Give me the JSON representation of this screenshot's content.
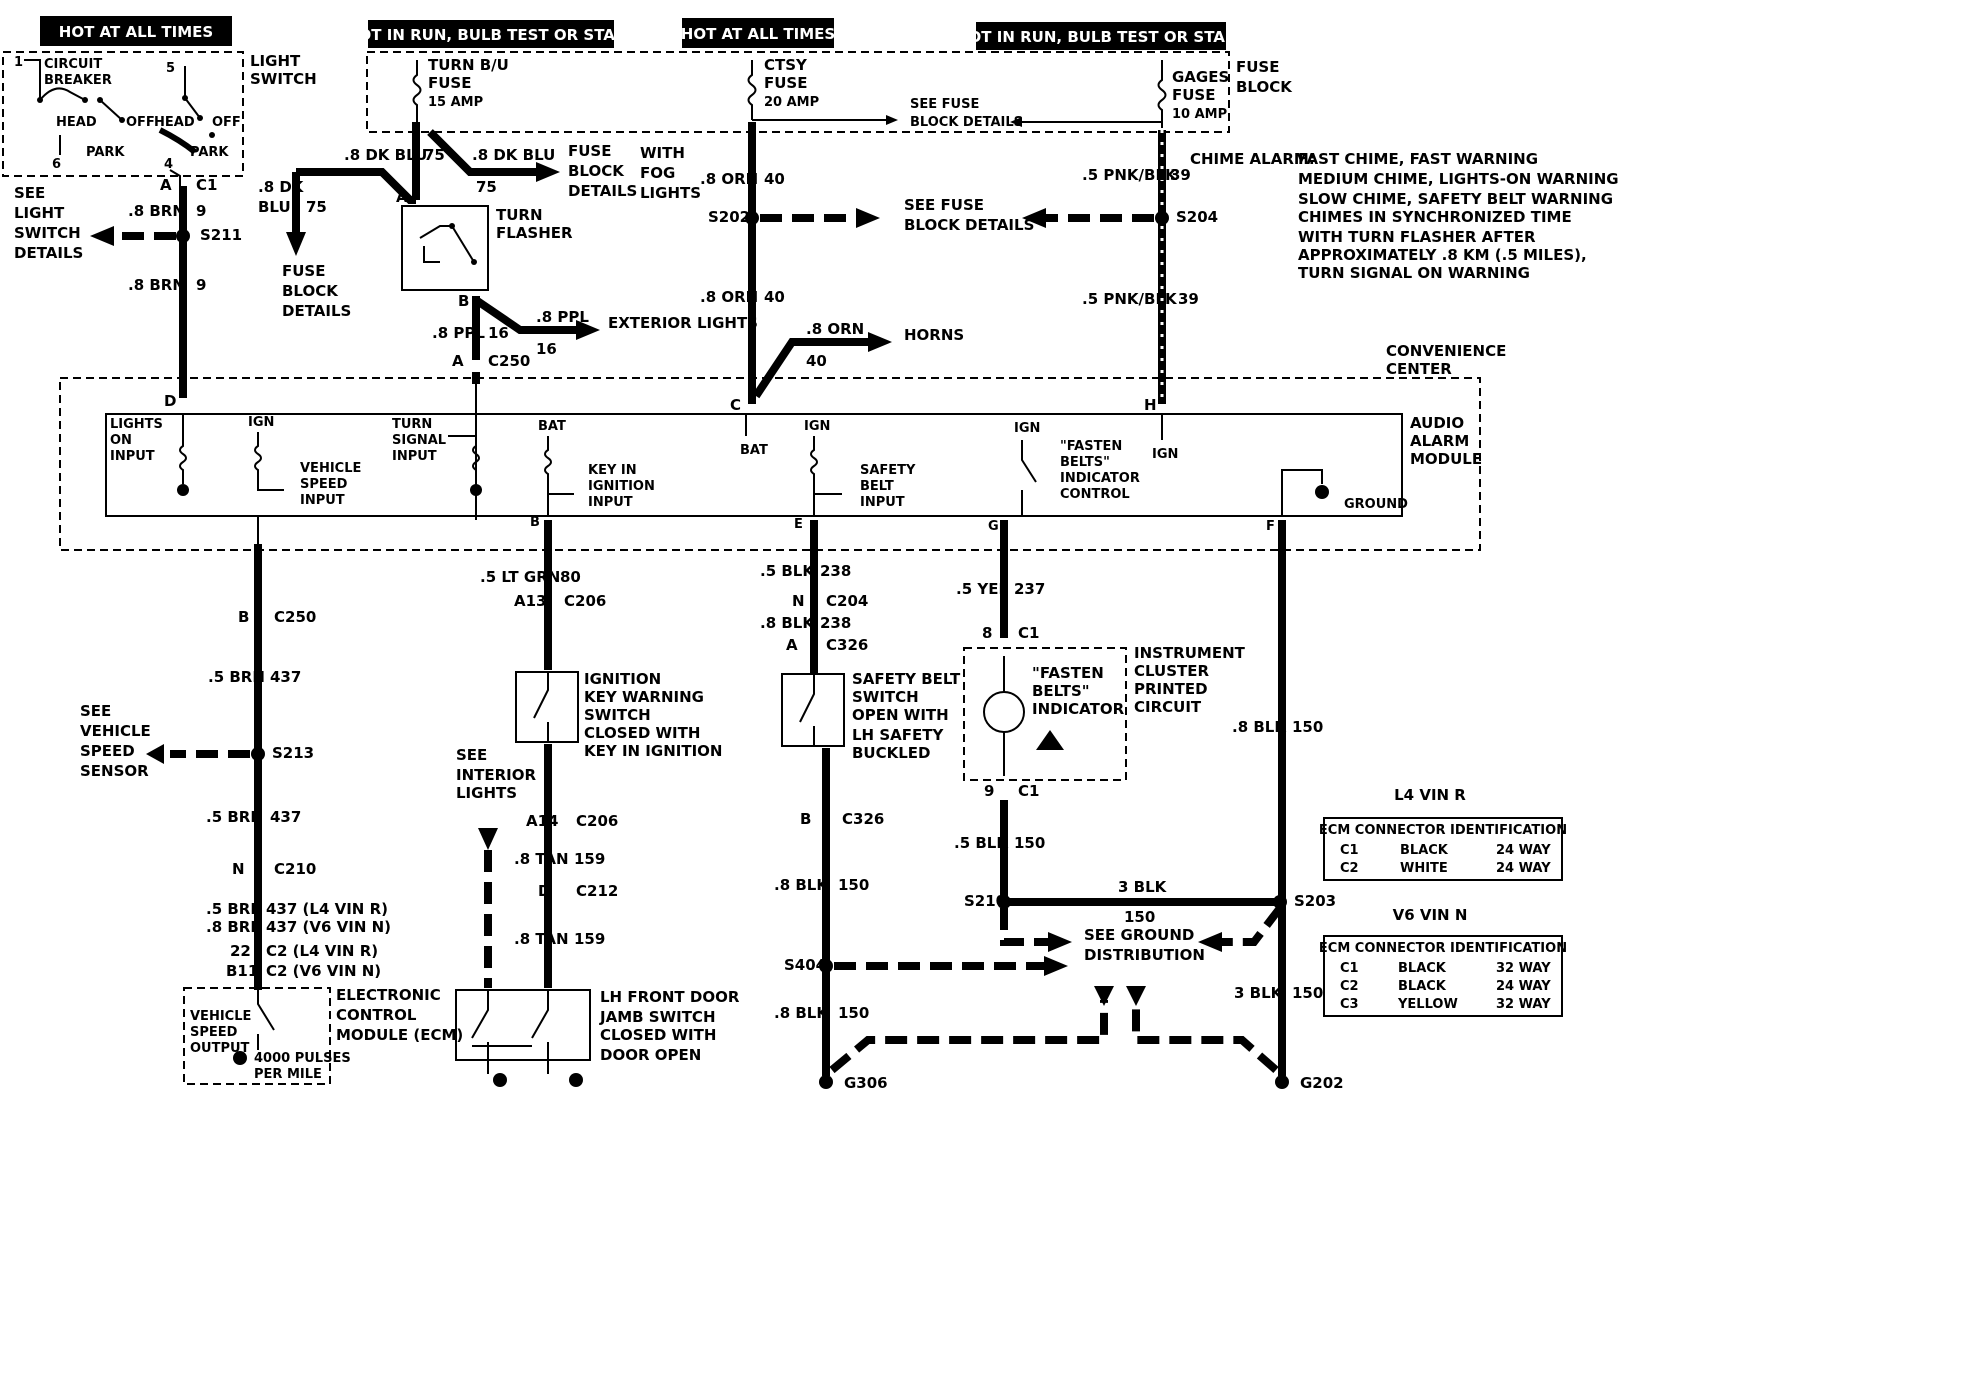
{
  "banners": [
    "HOT AT ALL TIMES",
    "HOT IN RUN, BULB TEST OR START",
    "HOT AT ALL TIMES",
    "HOT IN RUN, BULB TEST OR START"
  ],
  "fuse_block": {
    "title": [
      "FUSE",
      "BLOCK"
    ],
    "turn_fuse": [
      "TURN B/U",
      "FUSE",
      "15 AMP"
    ],
    "ctsy_fuse": [
      "CTSY",
      "FUSE",
      "20 AMP"
    ],
    "gages_fuse": [
      "GAGES",
      "FUSE",
      "10 AMP"
    ],
    "see_details": [
      "SEE FUSE",
      "BLOCK DETAILS"
    ]
  },
  "light_switch": {
    "title": [
      "LIGHT",
      "SWITCH"
    ],
    "labels": [
      "1",
      "CIRCUIT",
      "BREAKER",
      "5",
      "HEAD",
      "OFF",
      "HEAD",
      "OFF",
      "PARK",
      "PARK",
      "6",
      "4"
    ],
    "see": [
      "SEE",
      "LIGHT",
      "SWITCH",
      "DETAILS"
    ]
  },
  "wires_top": {
    "c1_a": [
      "A",
      "C1"
    ],
    "brn9_a": [
      ".8 BRN",
      "9"
    ],
    "s211": "S211",
    "brn9_b": [
      ".8 BRN",
      "9"
    ],
    "dkblu75_a": [
      ".8 DK BLU",
      "75"
    ],
    "dkblu75_b": [
      ".8 DK",
      "BLU",
      "75"
    ],
    "dkblu75_c": [
      ".8 DK BLU",
      "75"
    ],
    "fuse_block_details_a": [
      "FUSE",
      "BLOCK",
      "DETAILS"
    ],
    "fuse_block_details_b": [
      "FUSE",
      "BLOCK",
      "DETAILS"
    ],
    "with_fog": [
      "WITH",
      "FOG",
      "LIGHTS"
    ],
    "turn_flasher": [
      "TURN",
      "FLASHER"
    ],
    "flasher_pins": [
      "A",
      "B"
    ],
    "ppl16_a": [
      ".8 PPL",
      "16"
    ],
    "ppl16_b": [
      ".8 PPL",
      "16"
    ],
    "exterior_lights": "EXTERIOR LIGHTS",
    "c250_a": [
      "A",
      "C250"
    ],
    "orn40_a": [
      ".8 ORN",
      "40"
    ],
    "s202": "S202",
    "see_fuse_details": [
      "SEE FUSE",
      "BLOCK DETAILS"
    ],
    "orn40_b": [
      ".8 ORN",
      "40"
    ],
    "orn40_c": [
      ".8 ORN",
      "40"
    ],
    "horns": "HORNS",
    "pnkblk39_a": [
      ".5 PNK/BLK",
      "39"
    ],
    "s204": "S204",
    "pnkblk39_b": [
      ".5 PNK/BLK",
      "39"
    ]
  },
  "chime": {
    "title": "CHIME ALARM:",
    "lines": [
      "FAST CHIME, FAST WARNING",
      "MEDIUM CHIME, LIGHTS-ON WARNING",
      "SLOW CHIME, SAFETY BELT WARNING",
      "CHIMES IN SYNCHRONIZED TIME",
      "WITH TURN FLASHER AFTER",
      "APPROXIMATELY .8 KM (.5 MILES),",
      "TURN SIGNAL ON WARNING"
    ]
  },
  "module": {
    "convenience": [
      "CONVENIENCE",
      "CENTER"
    ],
    "title": [
      "AUDIO",
      "ALARM",
      "MODULE"
    ],
    "pins_top": [
      "D",
      "C",
      "H"
    ],
    "inputs": {
      "lights_on": [
        "LIGHTS",
        "ON",
        "INPUT"
      ],
      "ign1": "IGN",
      "vehicle_speed": [
        "VEHICLE",
        "SPEED",
        "INPUT"
      ],
      "turn_signal": [
        "TURN",
        "SIGNAL",
        "INPUT"
      ],
      "bat1": "BAT",
      "key_in": [
        "KEY IN",
        "IGNITION",
        "INPUT"
      ],
      "bat2": "BAT",
      "ign2": "IGN",
      "safety_belt": [
        "SAFETY",
        "BELT",
        "INPUT"
      ],
      "ign3": "IGN",
      "fasten": [
        "\"FASTEN",
        "BELTS\"",
        "INDICATOR",
        "CONTROL"
      ],
      "ign4": "IGN",
      "ground": "GROUND"
    },
    "pins_bottom": [
      "B",
      "E",
      "G",
      "F"
    ]
  },
  "lower": {
    "c250_b": [
      "B",
      "C250"
    ],
    "brn437_a": [
      ".5 BRN",
      "437"
    ],
    "see_vss": [
      "SEE",
      "VEHICLE",
      "SPEED",
      "SENSOR"
    ],
    "s213": "S213",
    "brn437_b": [
      ".5 BRN",
      "437"
    ],
    "c210": [
      "N",
      "C210"
    ],
    "ecm_wires": [
      ".5 BRN",
      "437 (L4 VIN R)",
      ".8 BRN",
      "437 (V6 VIN N)",
      "22",
      "C2 (L4 VIN R)",
      "B11",
      "C2 (V6 VIN N)"
    ],
    "ecm_box": [
      "VEHICLE",
      "SPEED",
      "OUTPUT",
      "4000 PULSES",
      "PER MILE"
    ],
    "ecm_title": [
      "ELECTRONIC",
      "CONTROL",
      "MODULE (ECM)"
    ],
    "ltgrn80": [
      ".5 LT GRN",
      "80"
    ],
    "c206_a": [
      "A13",
      "C206"
    ],
    "ign_key_switch": [
      "IGNITION",
      "KEY WARNING",
      "SWITCH",
      "CLOSED WITH",
      "KEY IN IGNITION"
    ],
    "see_interior": [
      "SEE",
      "INTERIOR",
      "LIGHTS"
    ],
    "c206_b": [
      "A14",
      "C206"
    ],
    "tan159_a": [
      ".8 TAN",
      "159"
    ],
    "c212": [
      "D",
      "C212"
    ],
    "tan159_b": [
      ".8 TAN",
      "159"
    ],
    "door_switch": [
      "LH FRONT DOOR",
      "JAMB SWITCH",
      "CLOSED WITH",
      "DOOR OPEN"
    ],
    "blk238_a": [
      ".5 BLK",
      "238"
    ],
    "c204": [
      "N",
      "C204"
    ],
    "blk238_b": [
      ".8 BLK",
      "238"
    ],
    "c326_a": [
      "A",
      "C326"
    ],
    "belt_switch": [
      "SAFETY BELT",
      "SWITCH",
      "OPEN WITH",
      "LH SAFETY",
      "BUCKLED"
    ],
    "c326_b": [
      "B",
      "C326"
    ],
    "blk150_a": [
      ".8 BLK",
      "150"
    ],
    "s404": "S404",
    "blk150_b": [
      ".8 BLK",
      "150"
    ],
    "g306": "G306",
    "yel237": [
      ".5 YEL",
      "237"
    ],
    "c1_8": [
      "8",
      "C1"
    ],
    "cluster": [
      "INSTRUMENT",
      "CLUSTER",
      "PRINTED",
      "CIRCUIT"
    ],
    "fasten_ind": [
      "\"FASTEN",
      "BELTS\"",
      "INDICATOR"
    ],
    "c1_9": [
      "9",
      "C1"
    ],
    "blk150_c": [
      ".5 BLK",
      "150"
    ],
    "s210": "S210",
    "blk3": [
      "3 BLK",
      "150"
    ],
    "s203": "S203",
    "see_ground": [
      "SEE GROUND",
      "DISTRIBUTION"
    ],
    "blk150_d": [
      ".8 BLK",
      "150"
    ],
    "blk150_e": [
      "3 BLK",
      "150"
    ],
    "g202": "G202"
  },
  "ecm_tables": [
    {
      "title": "L4 VIN R",
      "header": "ECM CONNECTOR IDENTIFICATION",
      "rows": [
        [
          "C1",
          "BLACK",
          "24 WAY"
        ],
        [
          "C2",
          "WHITE",
          "24 WAY"
        ]
      ]
    },
    {
      "title": "V6 VIN N",
      "header": "ECM CONNECTOR IDENTIFICATION",
      "rows": [
        [
          "C1",
          "BLACK",
          "32 WAY"
        ],
        [
          "C2",
          "BLACK",
          "24 WAY"
        ],
        [
          "C3",
          "YELLOW",
          "32 WAY"
        ]
      ]
    }
  ]
}
